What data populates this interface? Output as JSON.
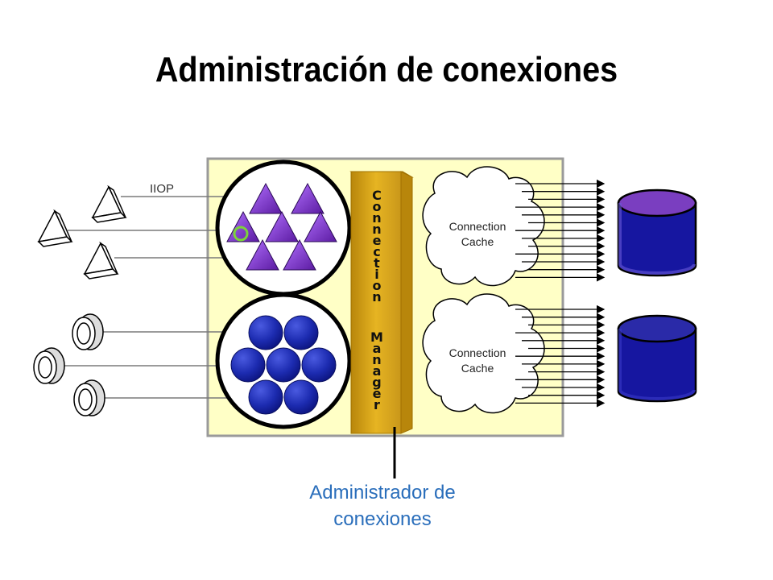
{
  "title": "Administración de conexiones",
  "client_label": "IIOP",
  "caches": [
    {
      "label_line1": "Connection",
      "label_line2": "Cache"
    },
    {
      "label_line1": "Connection",
      "label_line2": "Cache"
    }
  ],
  "manager_word1": "Connection",
  "manager_word2": "Manager",
  "callout": {
    "line1": "Administrador de",
    "line2": "conexiones"
  },
  "colors": {
    "box_fill": "#ffffc6",
    "pillar": "#d4a017",
    "triangle": "#8a3ad1",
    "sphere": "#1c2bb0",
    "db_top": "#2a2aa8",
    "db_bottom": "#1616a0",
    "db_top_purple": "#7a3ec0",
    "callout_text": "#2a6ebb"
  }
}
